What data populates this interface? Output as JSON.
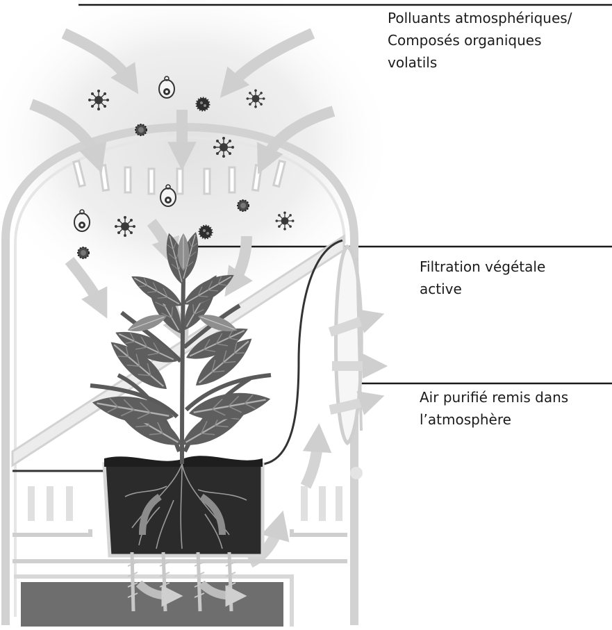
{
  "labels": {
    "pollutants": {
      "line1": "Polluants atmosphériques/",
      "line2": "Composés organiques",
      "line3": "volatils"
    },
    "filtration": {
      "line1": "Filtration végétale",
      "line2": "active"
    },
    "air": {
      "line1": "Air purifié remis dans",
      "line2": "l’atmosphère"
    }
  },
  "colors": {
    "shell": "#d2d2d2",
    "soil": "#2b2b2b",
    "reservoir": "#6e6e6e",
    "leaf_dark": "#5e5e5e",
    "leaf_light": "#9a9a9a",
    "arrow": "#cfcfcf",
    "leader_line": "#1b1b1b"
  },
  "icons": [
    "virus-icon",
    "bacteria-icon",
    "spore-icon",
    "particle-icon"
  ]
}
